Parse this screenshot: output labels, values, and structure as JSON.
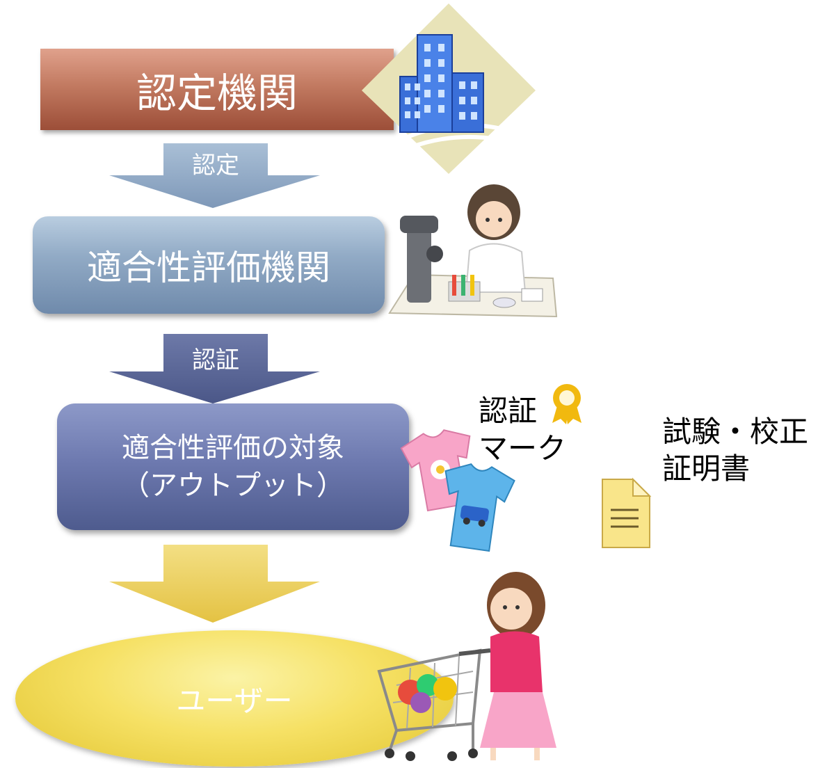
{
  "boxes": {
    "accreditation_body": "認定機関",
    "conformity_body": "適合性評価機関",
    "output_line1": "適合性評価の対象",
    "output_line2": "（アウトプット）",
    "user": "ユーザー"
  },
  "arrows": {
    "accreditation": "認定",
    "certification": "認証"
  },
  "labels": {
    "mark_line1": "認証",
    "mark_line2": "マーク",
    "report_line1": "試験・校正",
    "report_line2": "証明書"
  },
  "colors": {
    "accreditation_box": "#c27a61",
    "conformity_box": "#92abc6",
    "output_box": "#6e7ab0",
    "user_ellipse": "#f6e165",
    "arrow1": "#8ea8c4",
    "arrow2": "#5a6696",
    "arrow3": "#f0d060"
  }
}
